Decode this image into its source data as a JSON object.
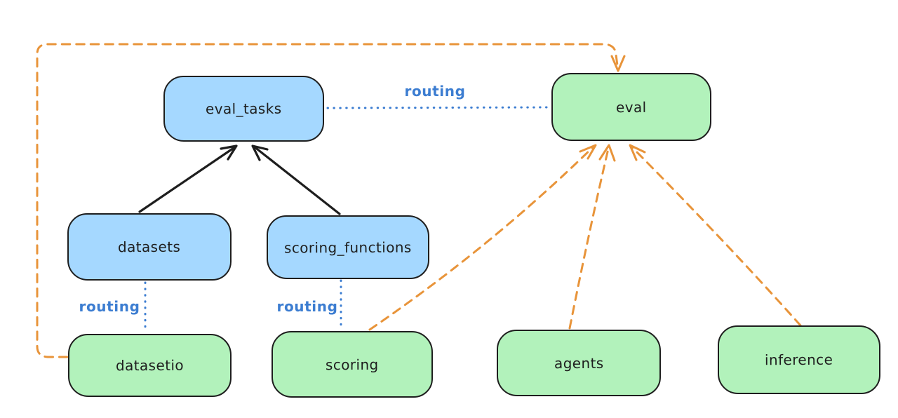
{
  "diagram": {
    "type": "flowchart",
    "nodes": [
      {
        "id": "eval_tasks",
        "label": "eval_tasks",
        "fill": "#a5d8ff"
      },
      {
        "id": "eval",
        "label": "eval",
        "fill": "#b2f2bb"
      },
      {
        "id": "datasets",
        "label": "datasets",
        "fill": "#a5d8ff"
      },
      {
        "id": "scoring_functions",
        "label": "scoring_functions",
        "fill": "#a5d8ff"
      },
      {
        "id": "datasetio",
        "label": "datasetio",
        "fill": "#b2f2bb"
      },
      {
        "id": "scoring",
        "label": "scoring",
        "fill": "#b2f2bb"
      },
      {
        "id": "agents",
        "label": "agents",
        "fill": "#b2f2bb"
      },
      {
        "id": "inference",
        "label": "inference",
        "fill": "#b2f2bb"
      }
    ],
    "edges": [
      {
        "from": "datasets",
        "to": "eval_tasks",
        "style": "solid-arrow",
        "color": "#1e1e1e",
        "label": ""
      },
      {
        "from": "scoring_functions",
        "to": "eval_tasks",
        "style": "solid-arrow",
        "color": "#1e1e1e",
        "label": ""
      },
      {
        "from": "eval_tasks",
        "to": "eval",
        "style": "dotted",
        "color": "#3c7dd1",
        "label": "routing"
      },
      {
        "from": "datasets",
        "to": "datasetio",
        "style": "dotted",
        "color": "#3c7dd1",
        "label": "routing"
      },
      {
        "from": "scoring_functions",
        "to": "scoring",
        "style": "dotted",
        "color": "#3c7dd1",
        "label": "routing"
      },
      {
        "from": "datasetio",
        "to": "eval",
        "style": "dashed-arrow",
        "color": "#e8943a",
        "label": ""
      },
      {
        "from": "scoring",
        "to": "eval",
        "style": "dashed-arrow",
        "color": "#e8943a",
        "label": ""
      },
      {
        "from": "agents",
        "to": "eval",
        "style": "dashed-arrow",
        "color": "#e8943a",
        "label": ""
      },
      {
        "from": "inference",
        "to": "eval",
        "style": "dashed-arrow",
        "color": "#e8943a",
        "label": ""
      }
    ],
    "colors": {
      "blue_fill": "#a5d8ff",
      "green_fill": "#b2f2bb",
      "stroke": "#1e1e1e",
      "orange": "#e8943a",
      "routing_blue": "#3c7dd1",
      "background": "#ffffff"
    }
  }
}
